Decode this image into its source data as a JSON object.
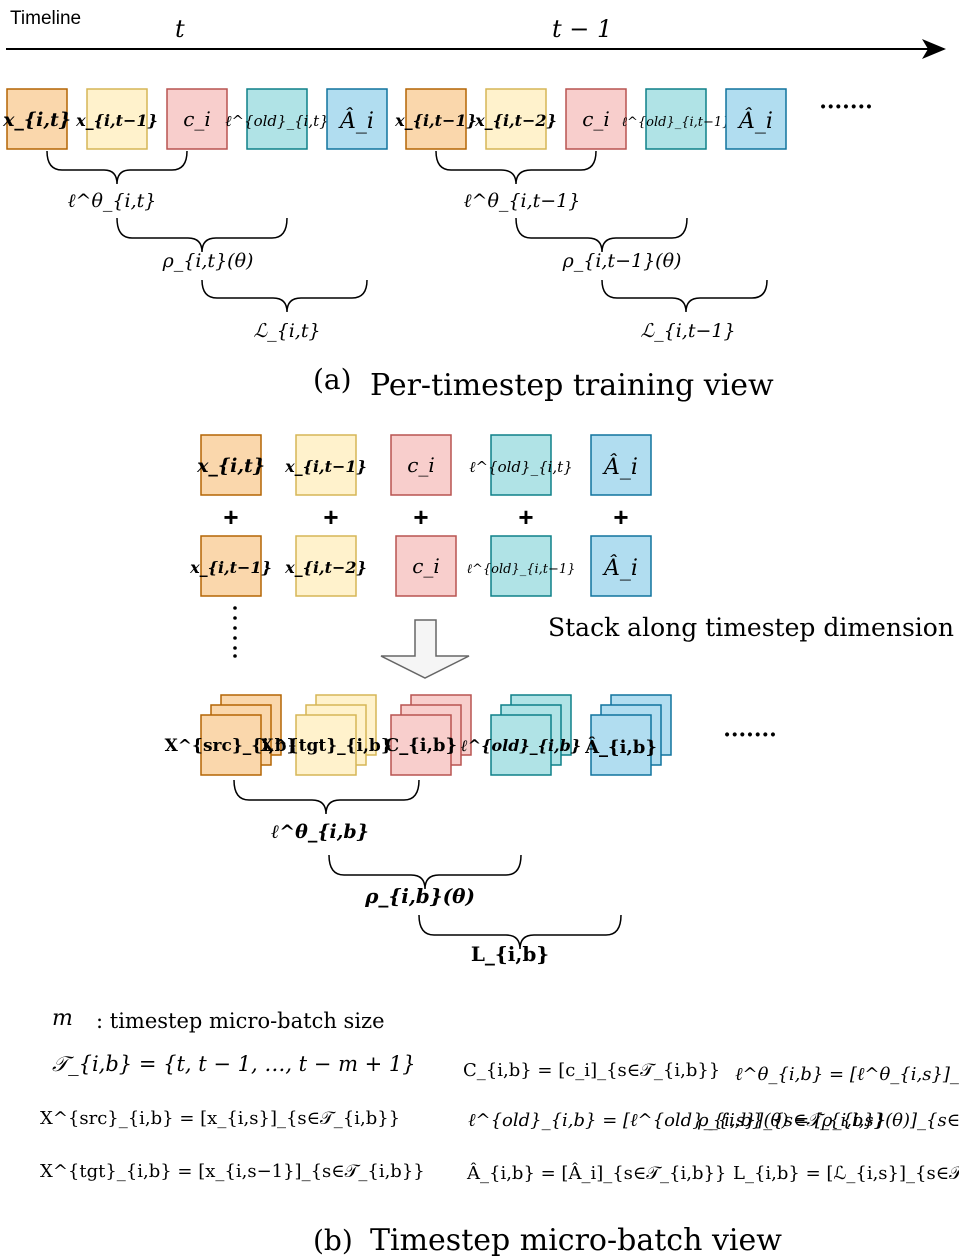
{
  "timeline": {
    "label": "Timeline",
    "tick_t": "t",
    "tick_t1": "t − 1"
  },
  "part_a": {
    "group_t": {
      "boxes": [
        "x_{i,t}",
        "x_{i,t−1}",
        "c_i",
        "ℓ^{old}_{i,t}",
        "Â_i"
      ],
      "brace_1": "ℓ^θ_{i,t}",
      "brace_2": "ρ_{i,t}(θ)",
      "brace_3": "ℒ_{i,t}"
    },
    "group_t1": {
      "boxes": [
        "x_{i,t−1}",
        "x_{i,t−2}",
        "c_i",
        "ℓ^{old}_{i,t−1}",
        "Â_i"
      ],
      "brace_1": "ℓ^θ_{i,t−1}",
      "brace_2": "ρ_{i,t−1}(θ)",
      "brace_3": "ℒ_{i,t−1}"
    },
    "ellipsis": "·······",
    "caption_label": "(a)",
    "caption_text": "Per-timestep training view"
  },
  "part_b": {
    "plus": "+",
    "vdots": "⋮",
    "stack_note": "Stack along timestep dimension",
    "stacked": [
      "X^{src}_{i,b}",
      "X^{tgt}_{i,b}",
      "C_{i,b}",
      "ℓ^{old}_{i,b}",
      "Â_{i,b}"
    ],
    "ellipsis": "·······",
    "brace_1": "ℓ^θ_{i,b}",
    "brace_2": "ρ_{i,b}(θ)",
    "brace_3": "L_{i,b}",
    "defs": {
      "m_sym": "m",
      "m_text": ": timestep micro-batch size",
      "T_def": "𝒯_{i,b} = {t, t − 1, …, t − m + 1}",
      "C_def": "C_{i,b} = [c_i]_{s∈𝒯_{i,b}}",
      "ltheta_def": "ℓ^θ_{i,b} = [ℓ^θ_{i,s}]_{s∈𝒯_{i,b}}",
      "Xsrc_def": "X^{src}_{i,b} = [x_{i,s}]_{s∈𝒯_{i,b}}",
      "lold_def": "ℓ^{old}_{i,b} = [ℓ^{old}_{i,s}]_{s∈𝒯_{i,b}}",
      "rho_def": "ρ_{i,b}(θ) = [ρ_{i,s}(θ)]_{s∈𝒯_{i,b}}",
      "Xtgt_def": "X^{tgt}_{i,b} = [x_{i,s−1}]_{s∈𝒯_{i,b}}",
      "A_def": "Â_{i,b} = [Â_i]_{s∈𝒯_{i,b}}",
      "L_def": "L_{i,b} = [ℒ_{i,s}]_{s∈𝒯_{i,b}}"
    },
    "caption_label": "(b)",
    "caption_text": "Timestep micro-batch view"
  },
  "colors": {
    "orange_fill": "#fad7ac",
    "orange_stroke": "#b46504",
    "yellow_fill": "#fff2cc",
    "yellow_stroke": "#d6b656",
    "red_fill": "#f8cecc",
    "red_stroke": "#b85450",
    "teal_fill": "#b0e3e6",
    "teal_stroke": "#0e8088",
    "blue_fill": "#b1ddf0",
    "blue_stroke": "#10739e"
  }
}
